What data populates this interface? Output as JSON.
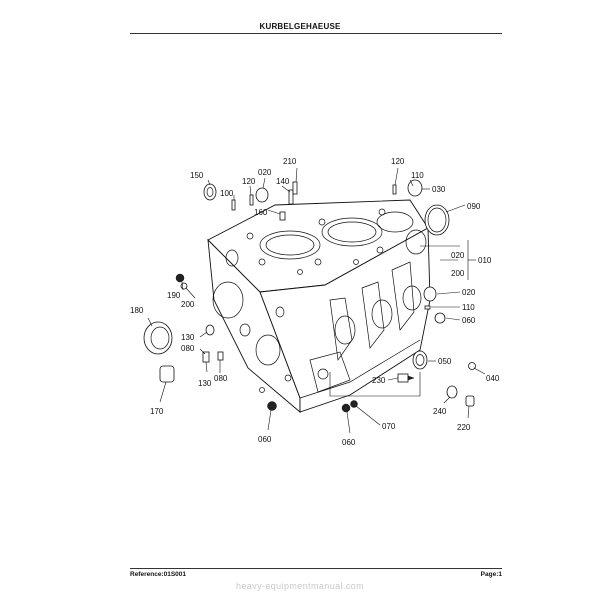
{
  "header": {
    "title": "KURBELGEHAEUSE"
  },
  "footer": {
    "reference": "Reference:01S001",
    "page": "Page:1",
    "watermark": "heavy-equipmentmanual.com"
  },
  "diagram": {
    "callouts": [
      {
        "id": "c210",
        "label": "210"
      },
      {
        "id": "c120a",
        "label": "120"
      },
      {
        "id": "c110a",
        "label": "110"
      },
      {
        "id": "c150",
        "label": "150"
      },
      {
        "id": "c020a",
        "label": "020"
      },
      {
        "id": "c120b",
        "label": "120"
      },
      {
        "id": "c140",
        "label": "140"
      },
      {
        "id": "c030",
        "label": "030"
      },
      {
        "id": "c100",
        "label": "100"
      },
      {
        "id": "c160",
        "label": "160"
      },
      {
        "id": "c090",
        "label": "090"
      },
      {
        "id": "c020b",
        "label": "020"
      },
      {
        "id": "c200a",
        "label": "200"
      },
      {
        "id": "c010",
        "label": "010"
      },
      {
        "id": "c190",
        "label": "190"
      },
      {
        "id": "c200b",
        "label": "200"
      },
      {
        "id": "c020c",
        "label": "020"
      },
      {
        "id": "c110b",
        "label": "110"
      },
      {
        "id": "c060a",
        "label": "060"
      },
      {
        "id": "c180",
        "label": "180"
      },
      {
        "id": "c130a",
        "label": "130"
      },
      {
        "id": "c080a",
        "label": "080"
      },
      {
        "id": "c130b",
        "label": "130"
      },
      {
        "id": "c080b",
        "label": "080"
      },
      {
        "id": "c050",
        "label": "050"
      },
      {
        "id": "c040",
        "label": "040"
      },
      {
        "id": "c230",
        "label": "230"
      },
      {
        "id": "c170",
        "label": "170"
      },
      {
        "id": "c240",
        "label": "240"
      },
      {
        "id": "c220",
        "label": "220"
      },
      {
        "id": "c060b",
        "label": "060"
      },
      {
        "id": "c060c",
        "label": "060"
      },
      {
        "id": "c070",
        "label": "070"
      }
    ]
  }
}
